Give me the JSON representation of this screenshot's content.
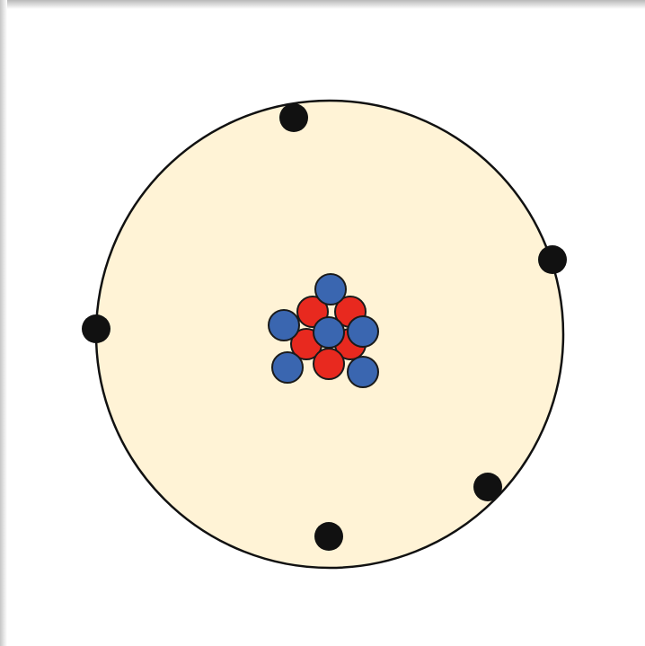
{
  "colors": {
    "background": "#ffffff",
    "shell_fill": "#fff3d6",
    "shell_stroke": "#111111",
    "electron": "#111111",
    "proton": "#e8291f",
    "neutron": "#3a66b0",
    "particle_stroke": "#1a1a1a"
  },
  "atom": {
    "shell_count": 1,
    "electron_count": 5,
    "proton_count": 5,
    "neutron_count": 6
  }
}
